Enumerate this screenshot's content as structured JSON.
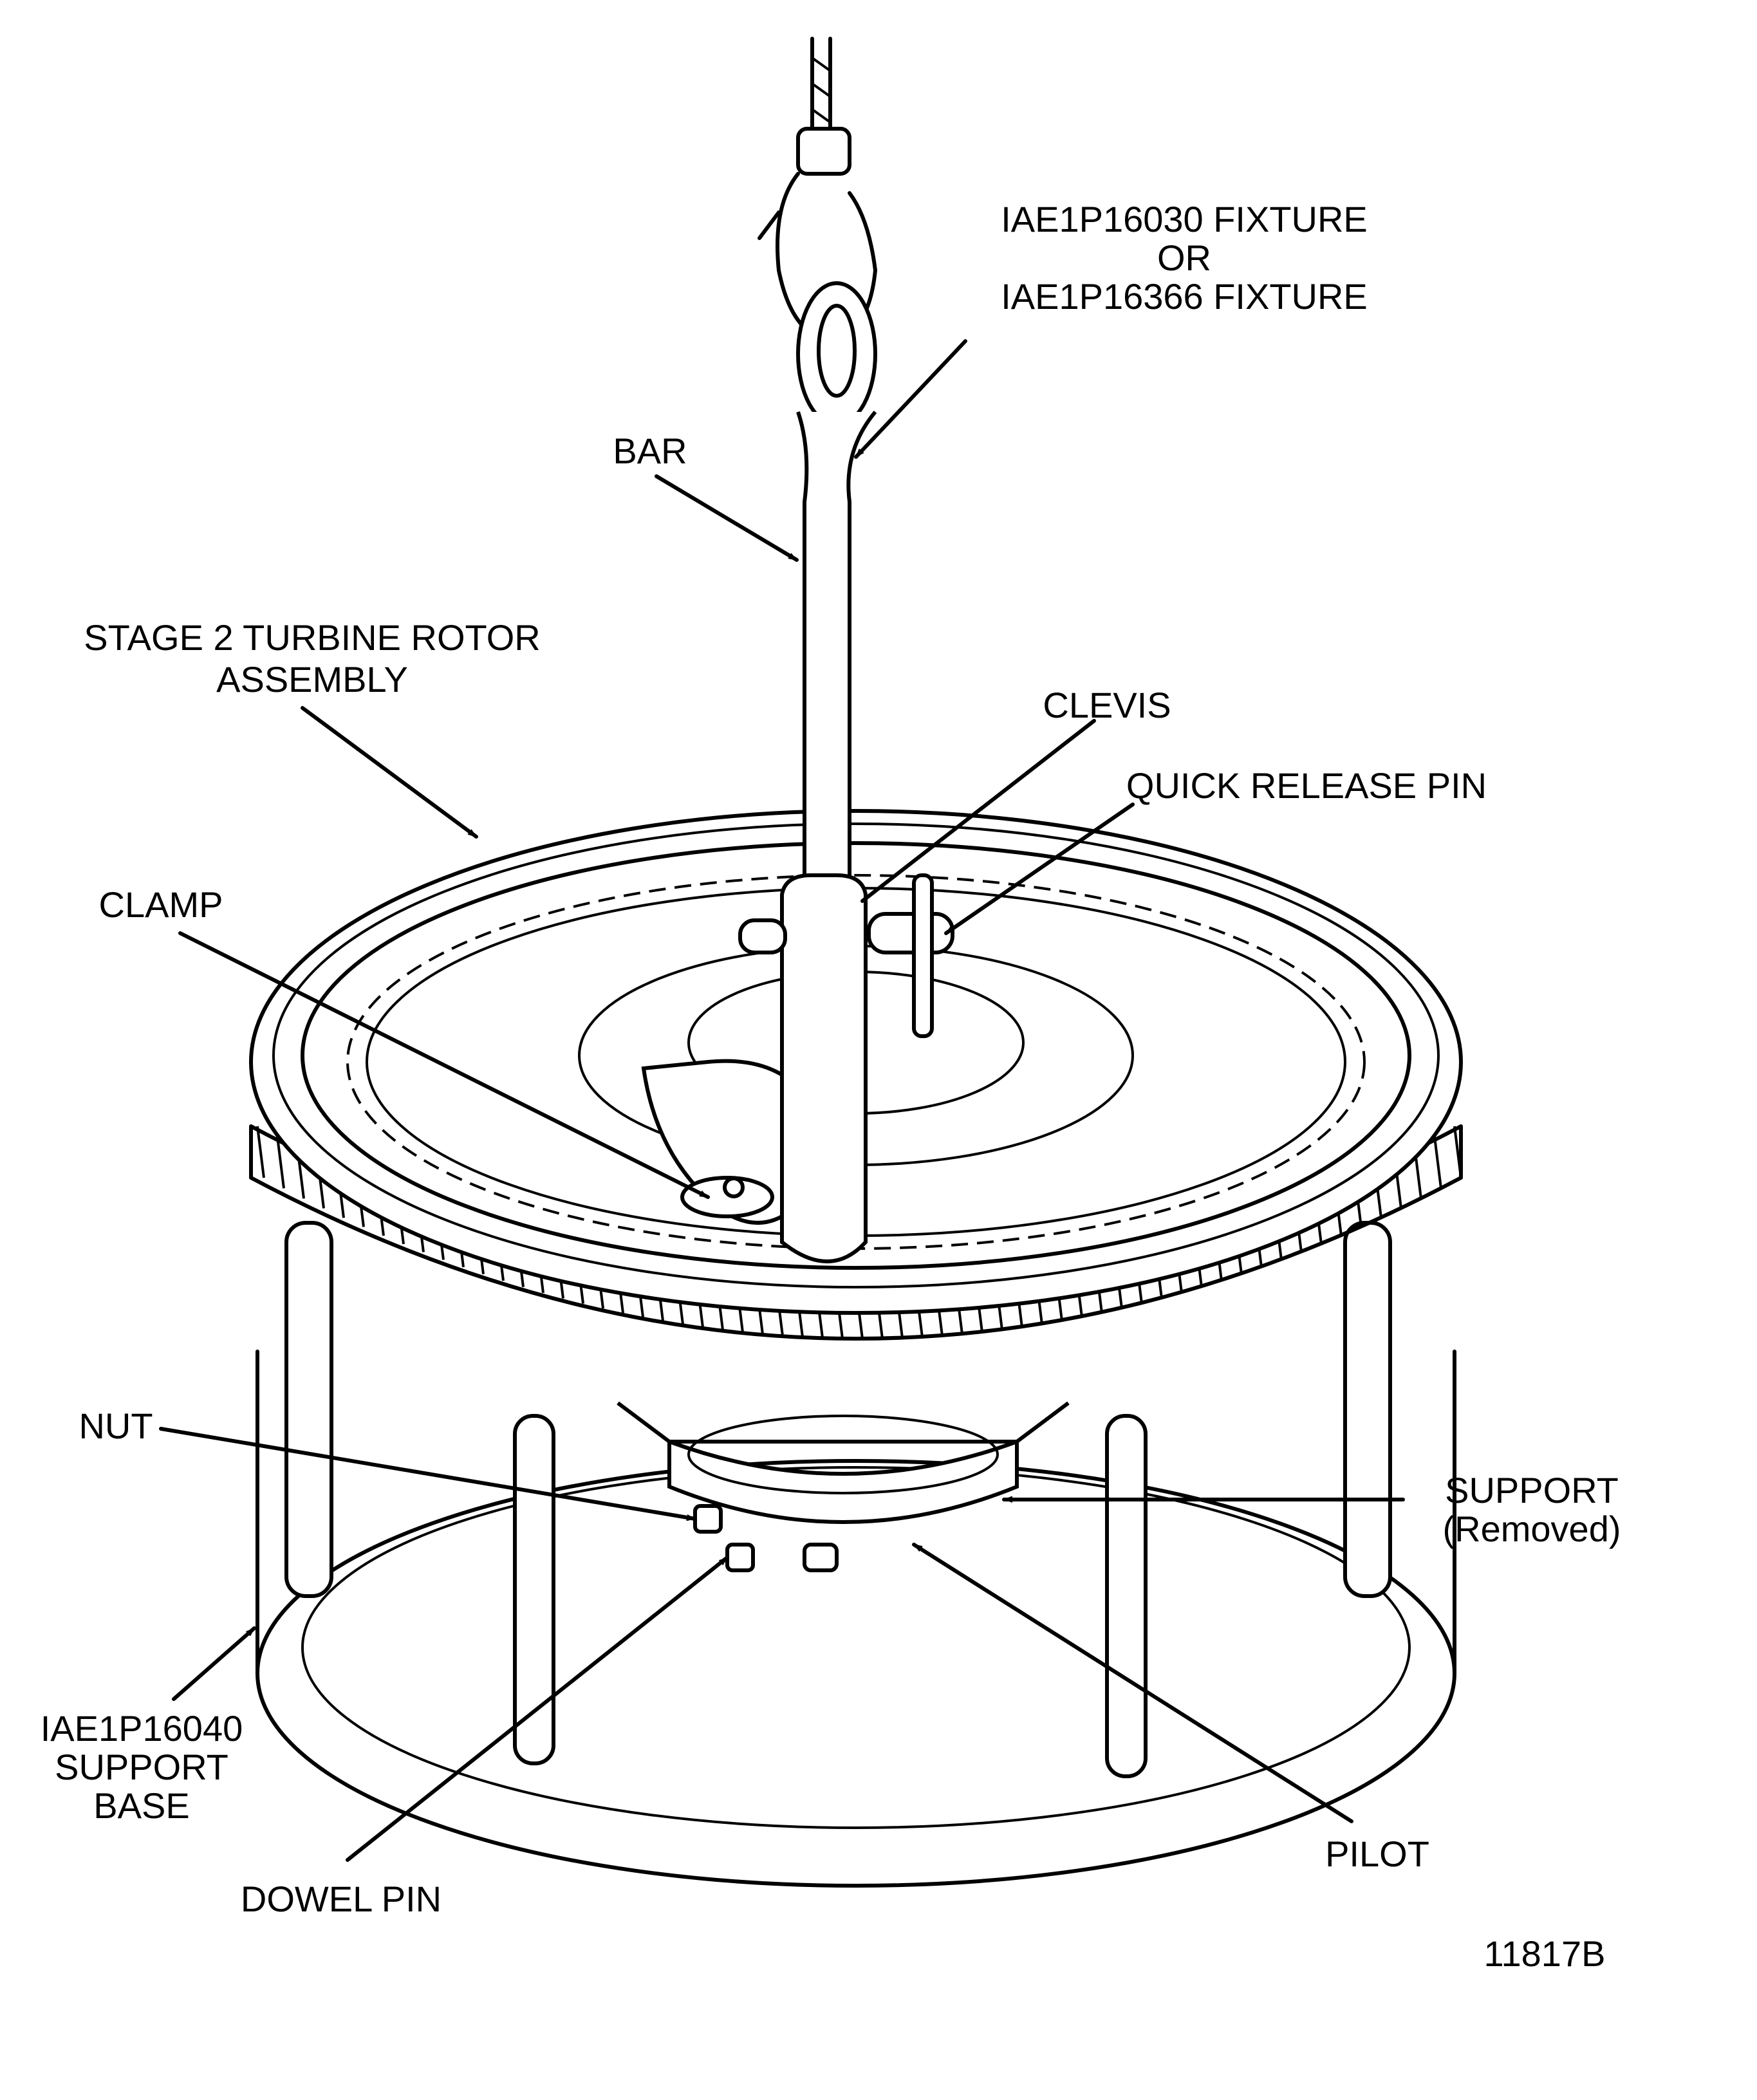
{
  "figure": {
    "title": "Stage 2 Turbine Rotor Assembly lifting setup",
    "figure_number": "11817B",
    "ink_color": "#000000",
    "background_color": "#ffffff"
  },
  "labels": {
    "fixture_line1": "IAE1P16030 FIXTURE",
    "fixture_line2": "OR",
    "fixture_line3": "IAE1P16366 FIXTURE",
    "bar": "BAR",
    "rotor_line1": "STAGE 2 TURBINE ROTOR",
    "rotor_line2": "ASSEMBLY",
    "clevis": "CLEVIS",
    "quick_release_pin": "QUICK RELEASE PIN",
    "clamp": "CLAMP",
    "nut": "NUT",
    "support_line1": "SUPPORT",
    "support_line2": "(Removed)",
    "support_base_line1": "IAE1P16040",
    "support_base_line2": "SUPPORT",
    "support_base_line3": "BASE",
    "pilot": "PILOT",
    "dowel_pin": "DOWEL PIN"
  }
}
